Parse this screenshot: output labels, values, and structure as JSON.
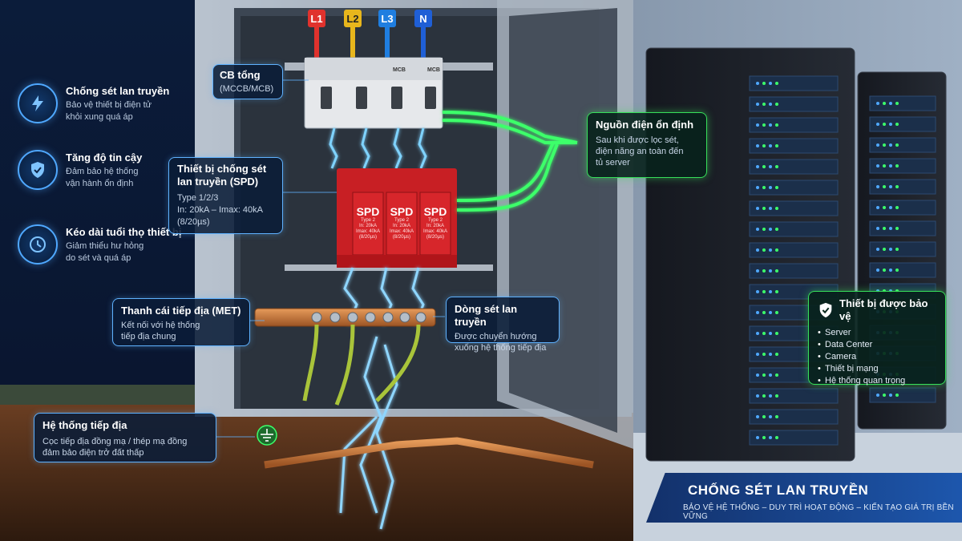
{
  "phases": [
    {
      "label": "L1",
      "color": "#e0322d"
    },
    {
      "label": "L2",
      "color": "#e8b61c"
    },
    {
      "label": "L3",
      "color": "#1f7ee0"
    },
    {
      "label": "N",
      "color": "#1f5fd6"
    }
  ],
  "features": [
    {
      "title": "Chống sét lan truyền",
      "desc_lines": [
        "Bảo vệ thiết bị điện tử",
        "khỏi xung quá áp"
      ],
      "icon": "lightning-icon"
    },
    {
      "title": "Tăng độ tin cậy",
      "desc_lines": [
        "Đảm bảo hệ thống",
        "vận hành ổn định"
      ],
      "icon": "shield-icon"
    },
    {
      "title": "Kéo dài tuổi thọ thiết bị",
      "desc_lines": [
        "Giảm thiểu hư hỏng",
        "do sét và quá áp"
      ],
      "icon": "clock-icon"
    }
  ],
  "callouts": {
    "cb": {
      "title": "CB tổng",
      "desc": "(MCCB/MCB)"
    },
    "spd": {
      "title_lines": [
        "Thiết bị chống sét",
        "lan truyền (SPD)"
      ],
      "desc_lines": [
        "Type 1/2/3",
        "In: 20kA – Imax: 40kA",
        "(8/20µs)"
      ]
    },
    "source": {
      "title": "Nguồn điện ổn định",
      "desc_lines": [
        "Sau khi được lọc sét,",
        "điện năng an toàn đến",
        "tủ server"
      ]
    },
    "met": {
      "title": "Thanh cái tiếp địa (MET)",
      "desc_lines": [
        "Kết nối với hệ thống",
        "tiếp địa chung"
      ]
    },
    "surge": {
      "title": "Dòng sét lan truyền",
      "desc_lines": [
        "Được chuyển hướng",
        "xuống hệ thống tiếp địa"
      ]
    },
    "ground": {
      "title": "Hệ thống tiếp địa",
      "desc_lines": [
        "Cọc tiếp địa đồng mạ / thép mạ đồng",
        "đảm bảo điện trở đất thấp"
      ]
    },
    "protected": {
      "title": "Thiết bị được bảo vệ",
      "items": [
        "Server",
        "Data Center",
        "Camera",
        "Thiết bị mạng",
        "Hệ thống quan trọng"
      ]
    }
  },
  "mcb_labels": [
    "MCB",
    "MCB"
  ],
  "spd_modules": [
    {
      "name": "SPD",
      "lines": [
        "Type 2",
        "In: 20kA",
        "Imax: 40kA",
        "(8/20µs)"
      ]
    },
    {
      "name": "SPD",
      "lines": [
        "Type 2",
        "In: 20kA",
        "Imax: 40kA",
        "(8/20µs)"
      ]
    },
    {
      "name": "SPD",
      "lines": [
        "Type 2",
        "In: 20kA",
        "Imax: 40kA",
        "(8/20µs)"
      ]
    }
  ],
  "banner": {
    "title": "CHỐNG SÉT LAN TRUYỀN",
    "subtitle": "BẢO VỆ HỆ THỐNG – DUY TRÌ HOẠT ĐỘNG – KIẾN TẠO GIÁ TRỊ BỀN VỮNG"
  },
  "colors": {
    "accent_blue": "#5fb2ff",
    "accent_green": "#37e05a",
    "spd_red": "#d7262b",
    "copper": "#c87533",
    "cabinet_bg": "#0a1426"
  }
}
